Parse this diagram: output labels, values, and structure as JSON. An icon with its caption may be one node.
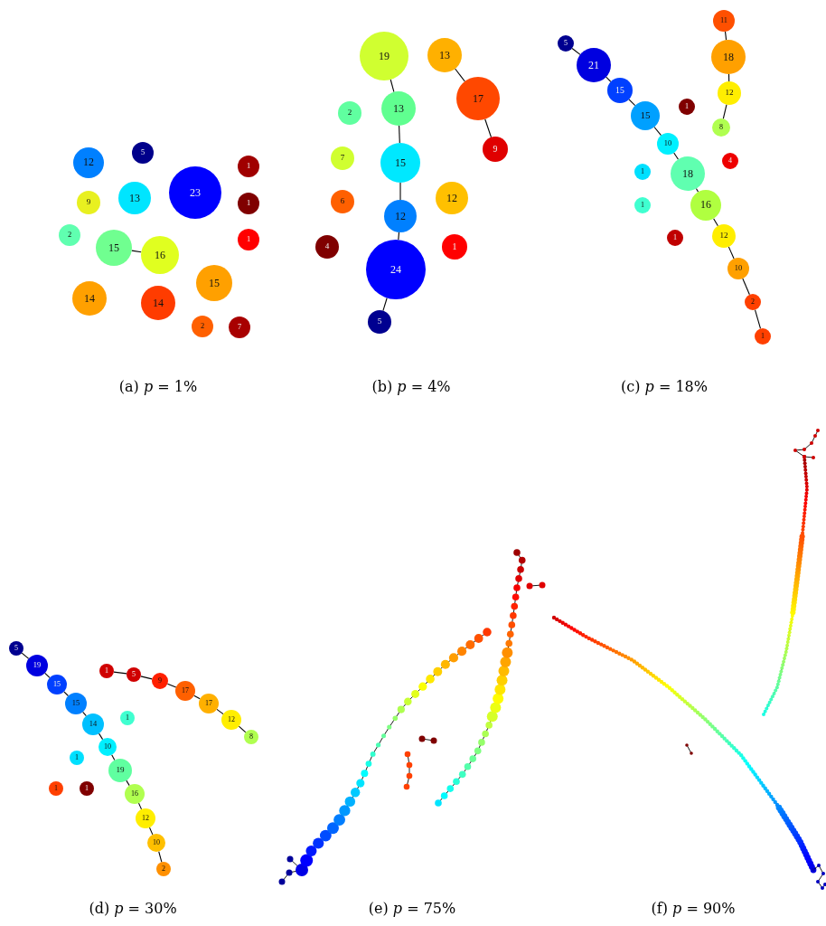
{
  "diagram": {
    "nodes": [
      {
        "text": [
          "12"
        ]
      },
      {
        "text": [
          "5"
        ]
      },
      {
        "text": [
          "1"
        ]
      },
      {
        "text": [
          "9"
        ]
      },
      {
        "text": [
          "13"
        ]
      },
      {
        "text": [
          "23"
        ]
      },
      {
        "text": [
          "1"
        ]
      },
      {
        "text": [
          "2"
        ]
      },
      {
        "text": [
          "15"
        ]
      },
      {
        "text": [
          "16"
        ]
      },
      {
        "text": [
          "1"
        ]
      },
      {
        "text": [
          "14"
        ]
      },
      {
        "text": [
          "15"
        ]
      },
      {
        "text": [
          "14"
        ]
      },
      {
        "text": [
          "2"
        ]
      },
      {
        "text": [
          "7"
        ]
      },
      {
        "text": [
          "19"
        ]
      },
      {
        "text": [
          "13"
        ]
      },
      {
        "text": [
          "2"
        ]
      },
      {
        "text": [
          "13"
        ]
      },
      {
        "text": [
          "17"
        ]
      },
      {
        "text": [
          "7"
        ]
      },
      {
        "text": [
          "15"
        ]
      },
      {
        "text": [
          "9"
        ]
      },
      {
        "text": [
          "6"
        ]
      },
      {
        "text": [
          "12"
        ]
      },
      {
        "text": [
          "12"
        ]
      },
      {
        "text": [
          "4"
        ]
      },
      {
        "text": [
          "1"
        ]
      },
      {
        "text": [
          "24"
        ]
      },
      {
        "text": [
          "5"
        ]
      },
      {
        "text": [
          "11"
        ]
      },
      {
        "text": [
          "5"
        ]
      },
      {
        "text": [
          "21"
        ]
      },
      {
        "text": [
          "18"
        ]
      },
      {
        "text": [
          "15"
        ]
      },
      {
        "text": [
          "12"
        ]
      },
      {
        "text": [
          "1"
        ]
      },
      {
        "text": [
          "15"
        ]
      },
      {
        "text": [
          "8"
        ]
      },
      {
        "text": [
          "10"
        ]
      },
      {
        "text": [
          "4"
        ]
      },
      {
        "text": [
          "1"
        ]
      },
      {
        "text": [
          "18"
        ]
      },
      {
        "text": [
          "1"
        ]
      },
      {
        "text": [
          "16"
        ]
      },
      {
        "text": [
          "1"
        ]
      },
      {
        "text": [
          "12"
        ]
      },
      {
        "text": [
          "10"
        ]
      },
      {
        "text": [
          "2"
        ]
      },
      {
        "text": [
          "1"
        ]
      },
      {
        "text": [
          "5"
        ]
      },
      {
        "text": [
          "19"
        ]
      },
      {
        "text": [
          "15"
        ]
      },
      {
        "text": [
          "1"
        ]
      },
      {
        "text": [
          "5"
        ]
      },
      {
        "text": [
          "9"
        ]
      },
      {
        "text": [
          "17"
        ]
      },
      {
        "text": [
          "15"
        ]
      },
      {
        "text": [
          "17"
        ]
      },
      {
        "text": [
          "12"
        ]
      },
      {
        "text": [
          "14"
        ]
      },
      {
        "text": [
          "1"
        ]
      },
      {
        "text": [
          "8"
        ]
      },
      {
        "text": [
          "10"
        ]
      },
      {
        "text": [
          "1"
        ]
      },
      {
        "text": [
          "19"
        ]
      },
      {
        "text": [
          "1"
        ]
      },
      {
        "text": [
          "1"
        ]
      },
      {
        "text": [
          "16"
        ]
      },
      {
        "text": [
          "12"
        ]
      },
      {
        "text": [
          "10"
        ]
      },
      {
        "text": [
          "2"
        ]
      }
    ],
    "edges": [
      {
        "from": 8,
        "to": 9,
        "arrow": "none"
      },
      {
        "from": 16,
        "to": 19,
        "arrow": "none"
      },
      {
        "from": 19,
        "to": 22,
        "arrow": "none"
      },
      {
        "from": 22,
        "to": 26,
        "arrow": "none"
      },
      {
        "from": 26,
        "to": 29,
        "arrow": "none"
      },
      {
        "from": 29,
        "to": 30,
        "arrow": "none"
      },
      {
        "from": 17,
        "to": 20,
        "arrow": "none"
      },
      {
        "from": 20,
        "to": 23,
        "arrow": "none"
      },
      {
        "from": 32,
        "to": 33,
        "arrow": "none"
      },
      {
        "from": 33,
        "to": 35,
        "arrow": "none"
      },
      {
        "from": 35,
        "to": 38,
        "arrow": "none"
      },
      {
        "from": 38,
        "to": 40,
        "arrow": "none"
      },
      {
        "from": 40,
        "to": 43,
        "arrow": "none"
      },
      {
        "from": 43,
        "to": 45,
        "arrow": "none"
      },
      {
        "from": 45,
        "to": 47,
        "arrow": "none"
      },
      {
        "from": 47,
        "to": 48,
        "arrow": "none"
      },
      {
        "from": 48,
        "to": 49,
        "arrow": "none"
      },
      {
        "from": 49,
        "to": 50,
        "arrow": "none"
      },
      {
        "from": 31,
        "to": 34,
        "arrow": "none"
      },
      {
        "from": 34,
        "to": 36,
        "arrow": "none"
      },
      {
        "from": 36,
        "to": 39,
        "arrow": "none"
      },
      {
        "from": 51,
        "to": 52,
        "arrow": "none"
      },
      {
        "from": 52,
        "to": 53,
        "arrow": "none"
      },
      {
        "from": 53,
        "to": 58,
        "arrow": "none"
      },
      {
        "from": 58,
        "to": 61,
        "arrow": "none"
      },
      {
        "from": 61,
        "to": 64,
        "arrow": "none"
      },
      {
        "from": 64,
        "to": 66,
        "arrow": "none"
      },
      {
        "from": 66,
        "to": 69,
        "arrow": "none"
      },
      {
        "from": 69,
        "to": 70,
        "arrow": "none"
      },
      {
        "from": 70,
        "to": 71,
        "arrow": "none"
      },
      {
        "from": 71,
        "to": 72,
        "arrow": "none"
      },
      {
        "from": 54,
        "to": 55,
        "arrow": "none"
      },
      {
        "from": 55,
        "to": 56,
        "arrow": "none"
      },
      {
        "from": 56,
        "to": 57,
        "arrow": "none"
      },
      {
        "from": 57,
        "to": 59,
        "arrow": "none"
      },
      {
        "from": 59,
        "to": 60,
        "arrow": "none"
      },
      {
        "from": 60,
        "to": 63,
        "arrow": "none"
      }
    ],
    "labels": [
      "(a) *p* = 1%",
      "(b) *p* = 4%",
      "(c) *p* = 18%",
      "(d) *p* = 30%",
      "(e) *p* = 75%",
      "(f) *p* = 90%"
    ]
  }
}
